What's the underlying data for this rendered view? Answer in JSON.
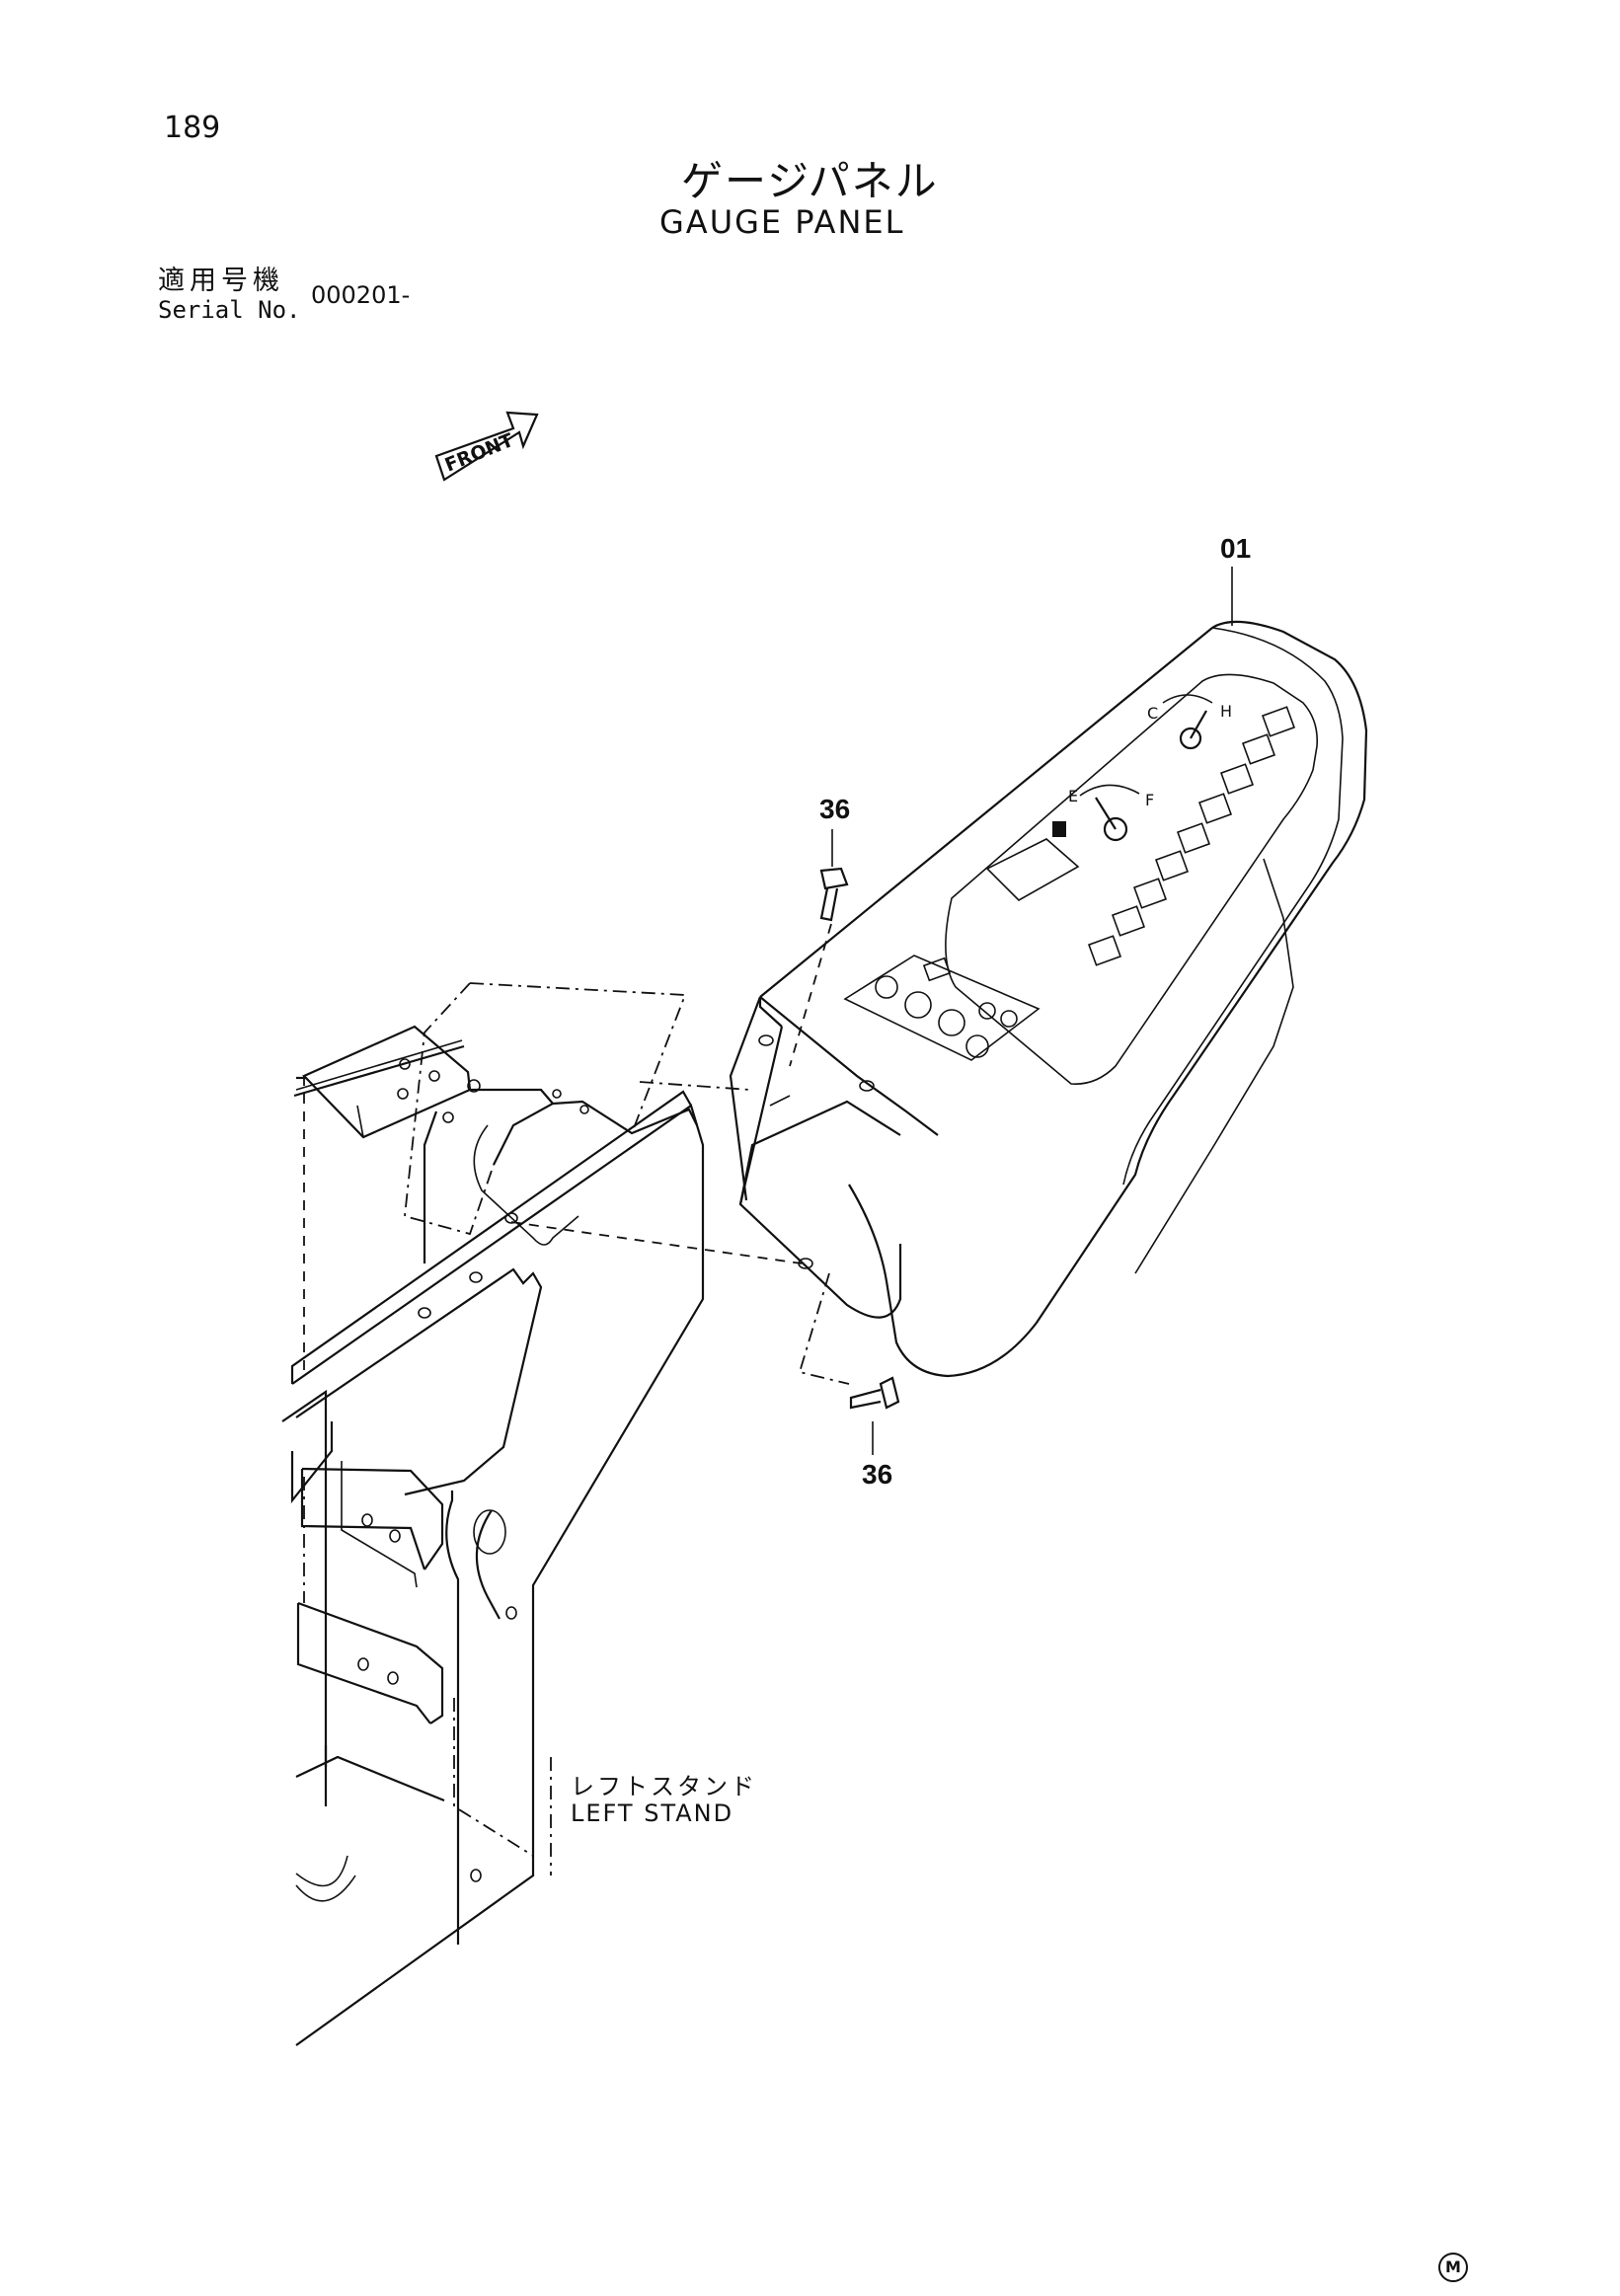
{
  "page_number": "189",
  "title": {
    "japanese": "ゲージパネル",
    "english": "GAUGE PANEL"
  },
  "serial": {
    "label_japanese": "適用号機",
    "label_english": "Serial No.",
    "value": "000201-"
  },
  "front_arrow_label": "FRONT",
  "callouts": {
    "gauge_panel": "01",
    "bolt_top": "36",
    "bolt_bottom": "36"
  },
  "gauge_labels": {
    "temp_cold": "C",
    "temp_hot": "H",
    "fuel_empty": "E",
    "fuel_full": "F"
  },
  "left_stand": {
    "japanese": "レフトスタンド",
    "english": "LEFT STAND"
  },
  "corner_mark": "M"
}
